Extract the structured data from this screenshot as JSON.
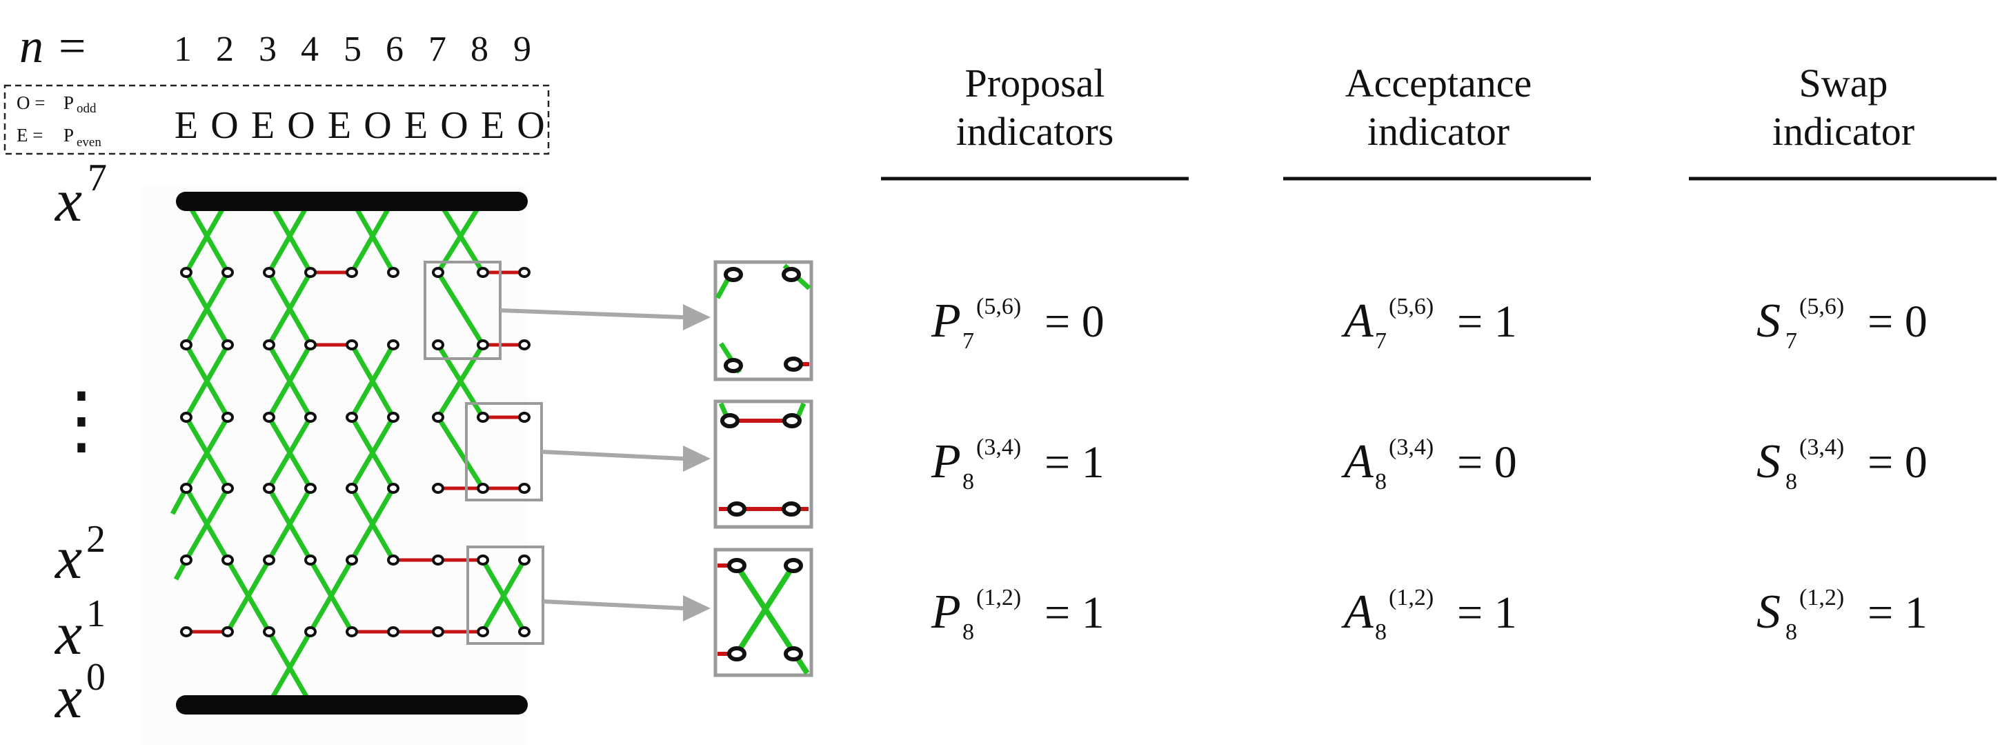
{
  "header": {
    "n_label": "n =",
    "n_values": [
      "1",
      "2",
      "3",
      "4",
      "5",
      "6",
      "7",
      "8",
      "9"
    ],
    "legend_odd_prefix": "O =",
    "legend_even_prefix": "E =",
    "legend_symbol": "P",
    "legend_odd_sub": "odd",
    "legend_even_sub": "even",
    "parity_sequence": [
      "E",
      "O",
      "E",
      "O",
      "E",
      "O",
      "E",
      "O",
      "E",
      "O"
    ]
  },
  "state_labels": {
    "base": "x",
    "top_exp": "7",
    "e2": "2",
    "e1": "1",
    "e0": "0",
    "ellipsis": "⋮"
  },
  "columns": [
    {
      "title_line1": "Proposal",
      "title_line2": "indicators"
    },
    {
      "title_line1": "Acceptance",
      "title_line2": "indicator"
    },
    {
      "title_line1": "Swap",
      "title_line2": "indicator"
    }
  ],
  "rows": [
    {
      "proposal": {
        "symbol": "P",
        "sub": "7",
        "sup": "(5,6)",
        "rhs": "= 0"
      },
      "acceptance": {
        "symbol": "A",
        "sub": "7",
        "sup": "(5,6)",
        "rhs": "= 1"
      },
      "swap": {
        "symbol": "S",
        "sub": "7",
        "sup": "(5,6)",
        "rhs": "= 0"
      }
    },
    {
      "proposal": {
        "symbol": "P",
        "sub": "8",
        "sup": "(3,4)",
        "rhs": "= 1"
      },
      "acceptance": {
        "symbol": "A",
        "sub": "8",
        "sup": "(3,4)",
        "rhs": "= 0"
      },
      "swap": {
        "symbol": "S",
        "sub": "8",
        "sup": "(3,4)",
        "rhs": "= 0"
      }
    },
    {
      "proposal": {
        "symbol": "P",
        "sub": "8",
        "sup": "(1,2)",
        "rhs": "= 1"
      },
      "acceptance": {
        "symbol": "A",
        "sub": "8",
        "sup": "(1,2)",
        "rhs": "= 1"
      },
      "swap": {
        "symbol": "S",
        "sub": "8",
        "sup": "(1,2)",
        "rhs": "= 1"
      }
    }
  ],
  "colors": {
    "swap_line": "#22c322",
    "stay_line": "#c41414",
    "frame": "#9a9a9a",
    "arrow": "#a8a8a8",
    "bar": "#0a0a0a"
  }
}
